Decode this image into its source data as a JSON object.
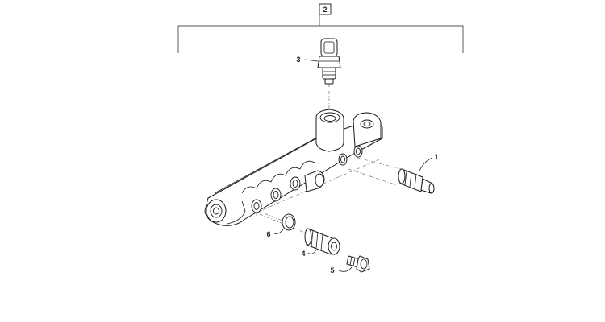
{
  "callouts": {
    "assembly": "2",
    "pressure_sensor": "3",
    "valve_right": "1",
    "o_ring": "6",
    "valve_lower": "4",
    "plug": "5"
  }
}
